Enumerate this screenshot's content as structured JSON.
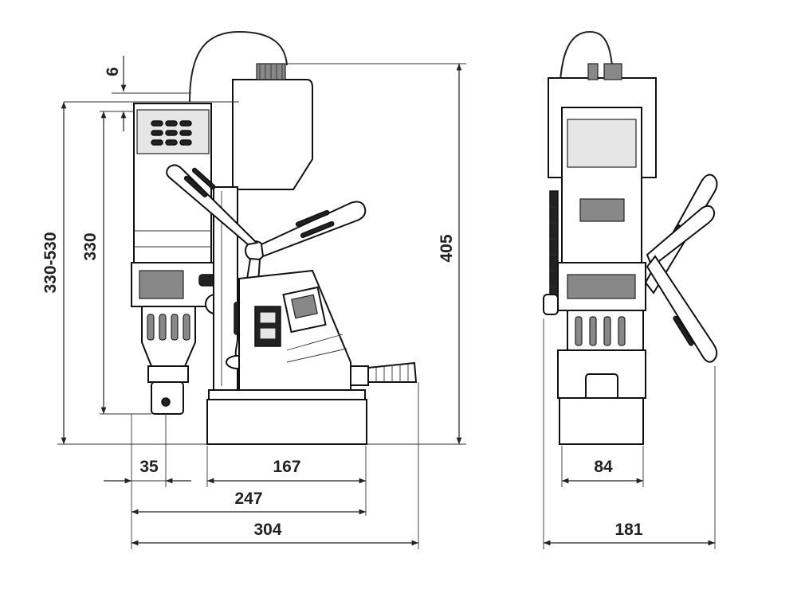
{
  "colors": {
    "line": "#222222",
    "background": "#ffffff",
    "fill_dark": "#222222",
    "fill_mid": "#888888"
  },
  "dimensions": {
    "top_offset": "6",
    "stroke_range": "330-530",
    "height_330": "330",
    "height_405": "405",
    "width_35": "35",
    "width_167": "167",
    "width_247": "247",
    "width_304": "304",
    "width_84": "84",
    "width_181": "181"
  }
}
